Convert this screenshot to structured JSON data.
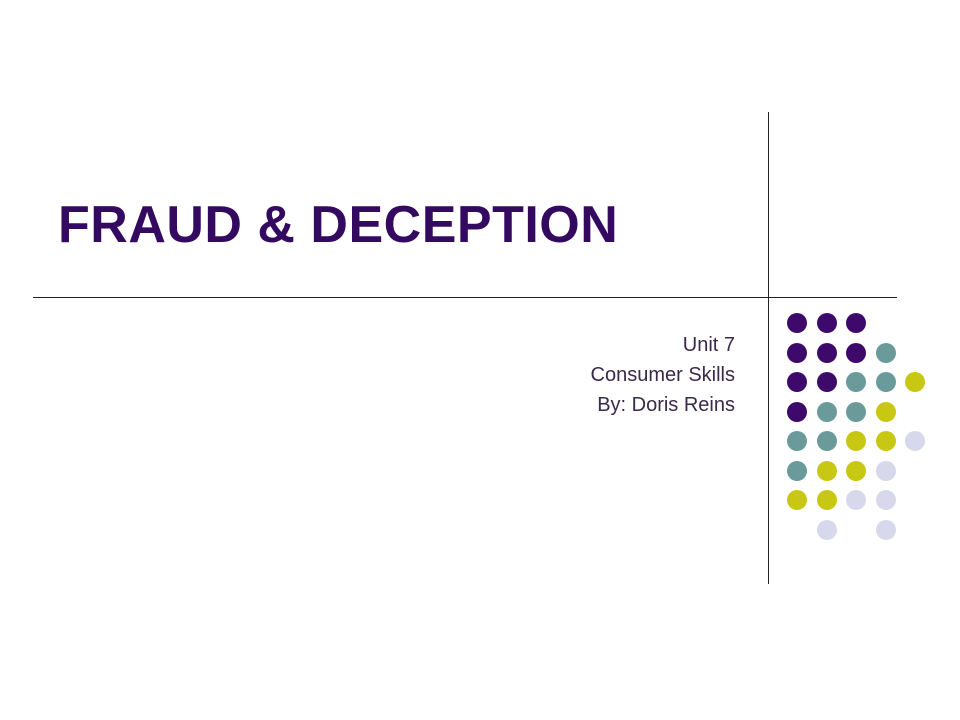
{
  "slide": {
    "title": "FRAUD & DECEPTION",
    "subtitle_lines": [
      "Unit 7",
      "Consumer Skills",
      "By: Doris Reins"
    ]
  },
  "colors": {
    "title": "#330a60",
    "dot_purple": "#3d0a6b",
    "dot_teal": "#6a9a9a",
    "dot_yellow": "#c8c814",
    "dot_lavender": "#d8d8ec"
  },
  "decoration": {
    "dot_grid": [
      [
        "purple",
        "purple",
        "purple",
        "",
        ""
      ],
      [
        "purple",
        "purple",
        "purple",
        "teal",
        ""
      ],
      [
        "purple",
        "purple",
        "teal",
        "teal",
        "yellow"
      ],
      [
        "purple",
        "teal",
        "teal",
        "yellow",
        ""
      ],
      [
        "teal",
        "teal",
        "yellow",
        "yellow",
        "lavender"
      ],
      [
        "teal",
        "yellow",
        "yellow",
        "lavender",
        ""
      ],
      [
        "yellow",
        "yellow",
        "lavender",
        "lavender",
        ""
      ],
      [
        "",
        "lavender",
        "",
        "lavender",
        ""
      ]
    ]
  }
}
